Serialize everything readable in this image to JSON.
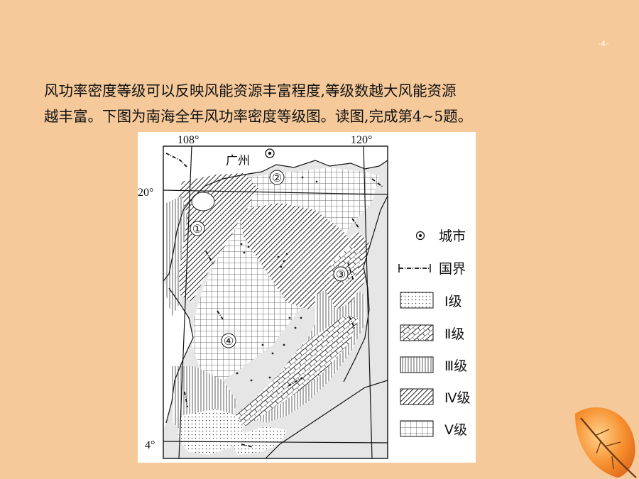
{
  "page_number": "-4-",
  "intro": {
    "line1": "风功率密度等级可以反映风能资源丰富程度,等级数越大风能资源",
    "line2": "越丰富。下图为南海全年风功率密度等级图。读图,完成第4~5题。"
  },
  "map": {
    "longitudes": [
      "108°",
      "120°"
    ],
    "latitudes": [
      "20°",
      "4°"
    ],
    "city_label": "广州",
    "markers": [
      "①",
      "②",
      "③",
      "④"
    ],
    "hatch_color": "#333333",
    "land_color": "#e6e6e6"
  },
  "legend": {
    "city": "城市",
    "border": "国界",
    "levels": [
      {
        "pattern": "dots",
        "label": "Ⅰ级"
      },
      {
        "pattern": "brick",
        "label": "Ⅱ级"
      },
      {
        "pattern": "vertical",
        "label": "Ⅲ级"
      },
      {
        "pattern": "diagonal",
        "label": "Ⅳ级"
      },
      {
        "pattern": "grid",
        "label": "Ⅴ级"
      }
    ]
  }
}
